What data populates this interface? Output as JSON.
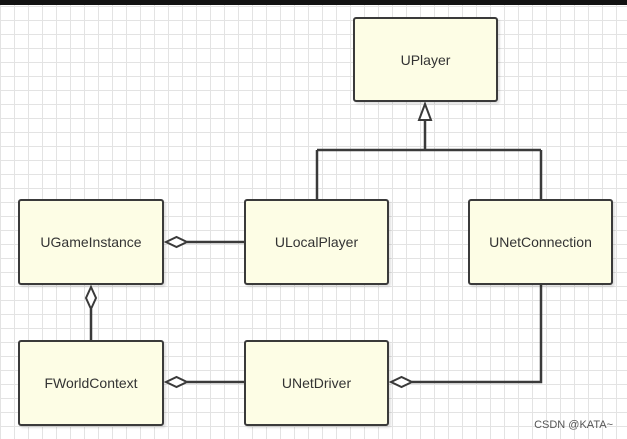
{
  "diagram": {
    "classes": {
      "uplayer": "UPlayer",
      "ugameinstance": "UGameInstance",
      "ulocalplayer": "ULocalPlayer",
      "unetconnection": "UNetConnection",
      "fworldcontext": "FWorldContext",
      "unetdriver": "UNetDriver"
    },
    "relations": [
      {
        "type": "inheritance",
        "from": "ULocalPlayer",
        "to": "UPlayer"
      },
      {
        "type": "inheritance",
        "from": "UNetConnection",
        "to": "UPlayer"
      },
      {
        "type": "aggregation",
        "whole": "UGameInstance",
        "part": "ULocalPlayer"
      },
      {
        "type": "aggregation",
        "whole": "UGameInstance",
        "part": "FWorldContext"
      },
      {
        "type": "aggregation",
        "whole": "FWorldContext",
        "part": "UNetDriver"
      },
      {
        "type": "aggregation",
        "whole": "UNetDriver",
        "part": "UNetConnection"
      }
    ],
    "colors": {
      "box_fill": "#fdfde5",
      "box_border": "#3a3a3a",
      "line": "#3a3a3a"
    }
  },
  "watermark": "CSDN @KATA~"
}
